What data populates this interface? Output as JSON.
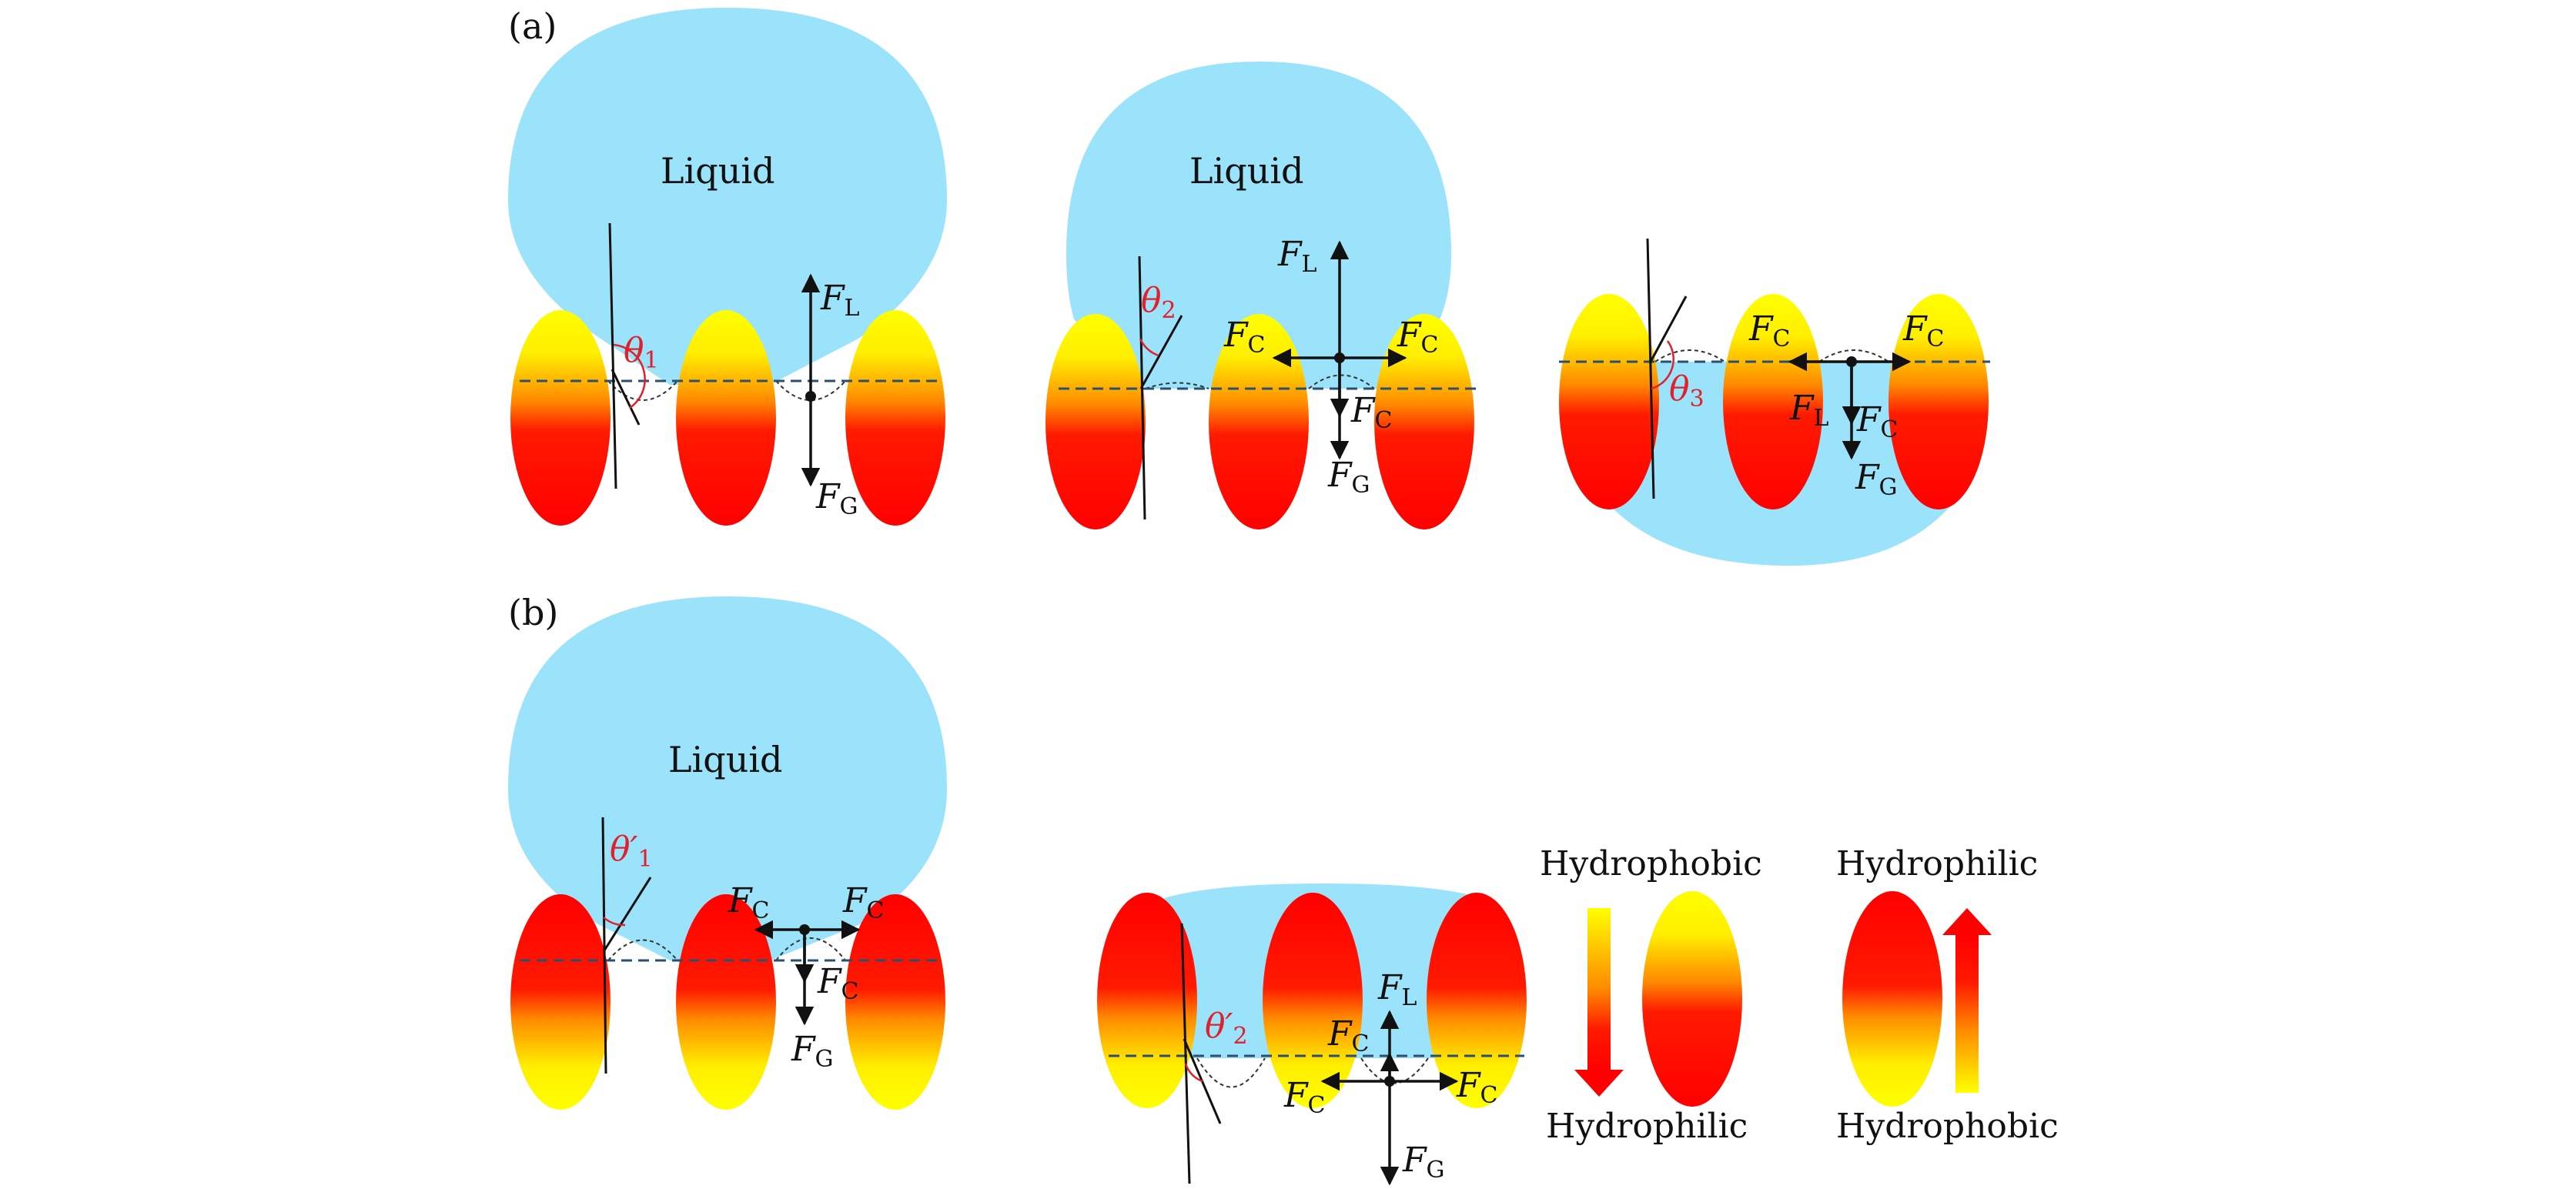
{
  "panel_labels": {
    "a": "(a)",
    "b": "(b)"
  },
  "liquid_label": "Liquid",
  "forces": {
    "FL": "F",
    "FL_sub": "L",
    "FG": "F",
    "FG_sub": "G",
    "FC": "F",
    "FC_sub": "C"
  },
  "angles": {
    "t1": "θ",
    "t1_sub": "1",
    "t2": "θ",
    "t2_sub": "2",
    "t3": "θ",
    "t3_sub": "3",
    "t1p": "θ′",
    "t1p_sub": "1",
    "t2p": "θ′",
    "t2p_sub": "2"
  },
  "legend": {
    "left_top": "Hydrophobic",
    "left_bottom": "Hydrophilic",
    "right_top": "Hydrophilic",
    "right_bottom": "Hydrophobic"
  },
  "colors": {
    "liquid": "#9be3fa",
    "hydrophobic": "#ffff00",
    "hydrophilic": "#ff0000",
    "angle_mark": "#e0202a",
    "interface_line": "#2a4f73"
  }
}
